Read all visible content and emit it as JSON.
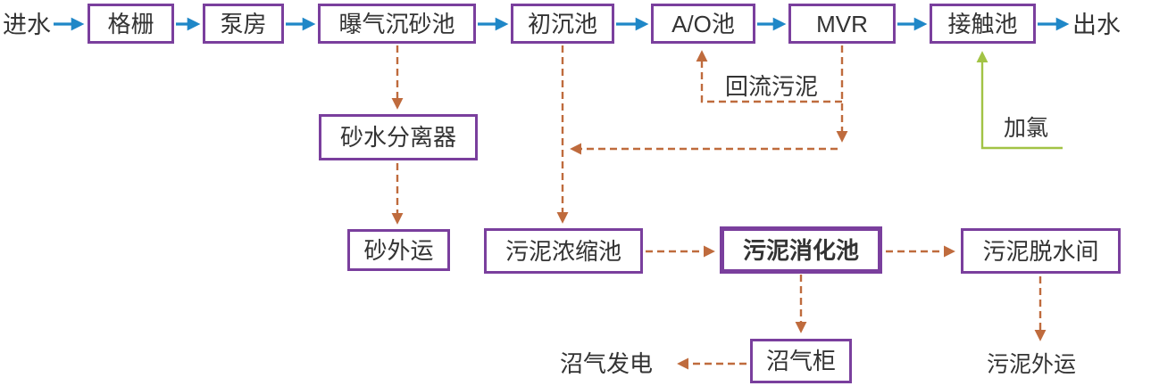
{
  "colors": {
    "box_border": "#7a3f9d",
    "flow_arrow": "#1f87c7",
    "sludge_arrow": "#bf6b3d",
    "chlorine_arrow": "#a2c345",
    "text": "#333333"
  },
  "nodes": {
    "influent": "进水",
    "bar_screen": "格栅",
    "pump_house": "泵房",
    "aerated_grit_chamber": "曝气沉砂池",
    "primary_sedimentation_tank": "初沉池",
    "ao_tank": "A/O池",
    "mvr": "MVR",
    "contact_tank": "接触池",
    "effluent": "出水",
    "sand_water_separator": "砂水分离器",
    "sand_hauling": "砂外运",
    "sludge_thickening_tank": "污泥浓缩池",
    "sludge_digestion_tank": "污泥消化池",
    "sludge_dewatering_room": "污泥脱水间",
    "biogas_holder": "沼气柜",
    "biogas_power": "沼气发电",
    "sludge_hauling": "污泥外运"
  },
  "edge_labels": {
    "return_sludge": "回流污泥",
    "chlorination": "加氯"
  }
}
